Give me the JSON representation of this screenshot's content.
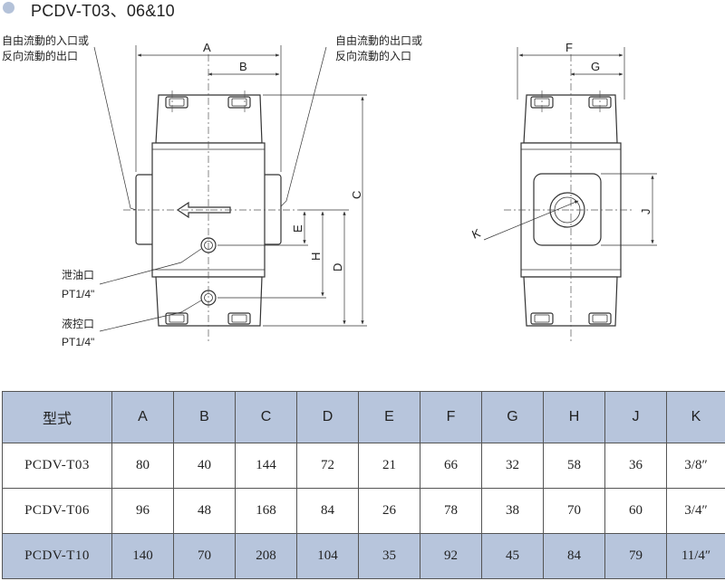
{
  "title": "PCDV-T03、06&10",
  "diagram": {
    "left_port_label": [
      "自由流動的入口或",
      "反向流動的出口"
    ],
    "right_port_label": [
      "自由流動的出口或",
      "反向流動的入口"
    ],
    "drain_label": "泄油口",
    "drain_size": "PT1/4\"",
    "pilot_label": "液控口",
    "pilot_size": "PT1/4\"",
    "dimension_letters": {
      "A": "A",
      "B": "B",
      "C": "C",
      "D": "D",
      "E": "E",
      "F": "F",
      "G": "G",
      "H": "H",
      "J": "J",
      "K": "K"
    }
  },
  "table": {
    "headers": [
      "型式",
      "A",
      "B",
      "C",
      "D",
      "E",
      "F",
      "G",
      "H",
      "J",
      "K"
    ],
    "rows": [
      [
        "PCDV-T03",
        "80",
        "40",
        "144",
        "72",
        "21",
        "66",
        "32",
        "58",
        "36",
        "3/8″"
      ],
      [
        "PCDV-T06",
        "96",
        "48",
        "168",
        "84",
        "26",
        "78",
        "38",
        "70",
        "60",
        "3/4″"
      ],
      [
        "PCDV-T10",
        "140",
        "70",
        "208",
        "104",
        "35",
        "92",
        "45",
        "84",
        "79",
        "11/4″"
      ]
    ]
  },
  "colors": {
    "header_fill": "#b7c5dc",
    "title_dot": "#b4c2d9",
    "line": "#333333"
  }
}
